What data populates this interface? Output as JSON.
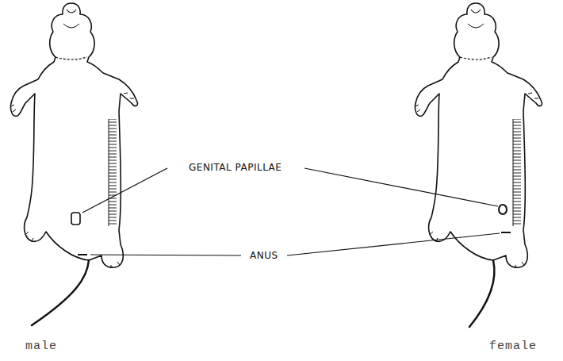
{
  "diagram": {
    "labels": [
      "GENITAL PAPILLAE",
      "ANUS",
      "male",
      "female"
    ]
  }
}
